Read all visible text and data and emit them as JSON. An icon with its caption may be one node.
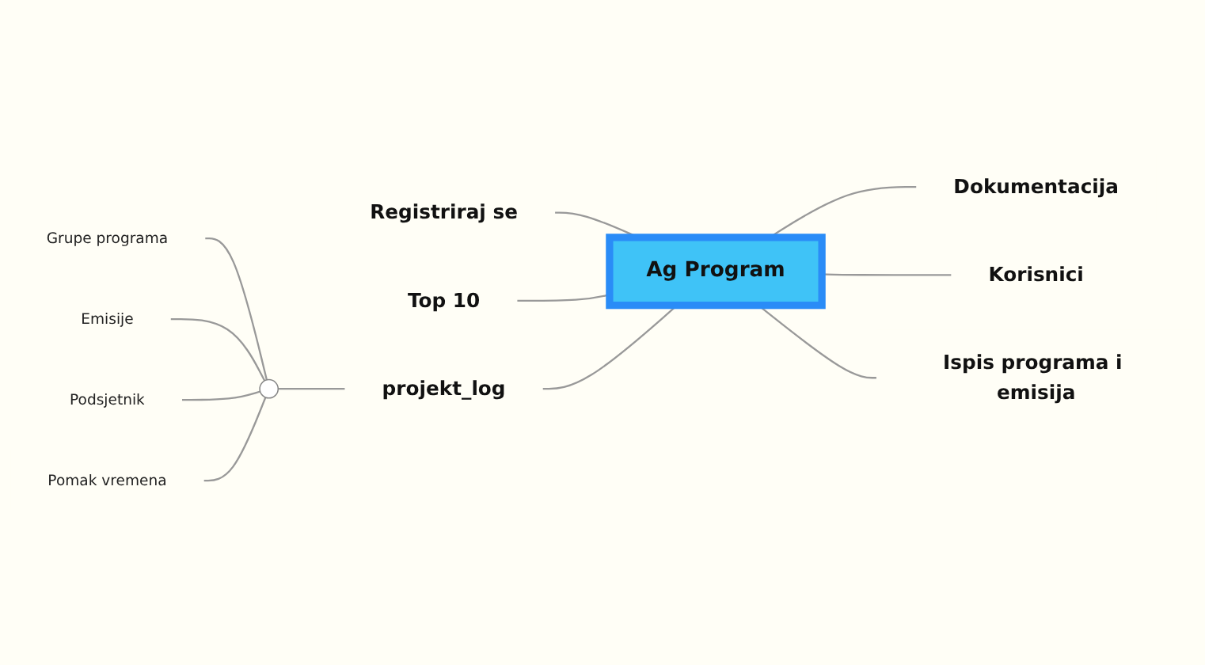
{
  "diagram": {
    "nodes": [
      {
        "text": [
          "Ag Program"
        ]
      },
      {
        "text": [
          "Registriraj se"
        ]
      },
      {
        "text": [
          "Top 10"
        ]
      },
      {
        "text": [
          "projekt_log"
        ]
      },
      {
        "text": [],
        "shape": "circle"
      },
      {
        "text": [
          "Grupe programa"
        ]
      },
      {
        "text": [
          "Emisije"
        ]
      },
      {
        "text": [
          "Podsjetnik"
        ]
      },
      {
        "text": [
          "Pomak vremena"
        ]
      },
      {
        "text": [
          "Dokumentacija"
        ]
      },
      {
        "text": [
          "Korisnici"
        ]
      },
      {
        "text": [
          "Ispis programa i emisija"
        ]
      }
    ],
    "edges": [
      {
        "from": 1,
        "to": 0,
        "arrow": "none"
      },
      {
        "from": 2,
        "to": 0,
        "arrow": "none"
      },
      {
        "from": 3,
        "to": 0,
        "arrow": "none"
      },
      {
        "from": 4,
        "to": 3,
        "arrow": "none"
      },
      {
        "from": 5,
        "to": 4,
        "arrow": "none"
      },
      {
        "from": 6,
        "to": 4,
        "arrow": "none"
      },
      {
        "from": 7,
        "to": 4,
        "arrow": "none"
      },
      {
        "from": 8,
        "to": 4,
        "arrow": "none"
      },
      {
        "from": 0,
        "to": 9,
        "arrow": "none"
      },
      {
        "from": 0,
        "to": 10,
        "arrow": "none"
      },
      {
        "from": 0,
        "to": 11,
        "arrow": "none"
      }
    ]
  }
}
